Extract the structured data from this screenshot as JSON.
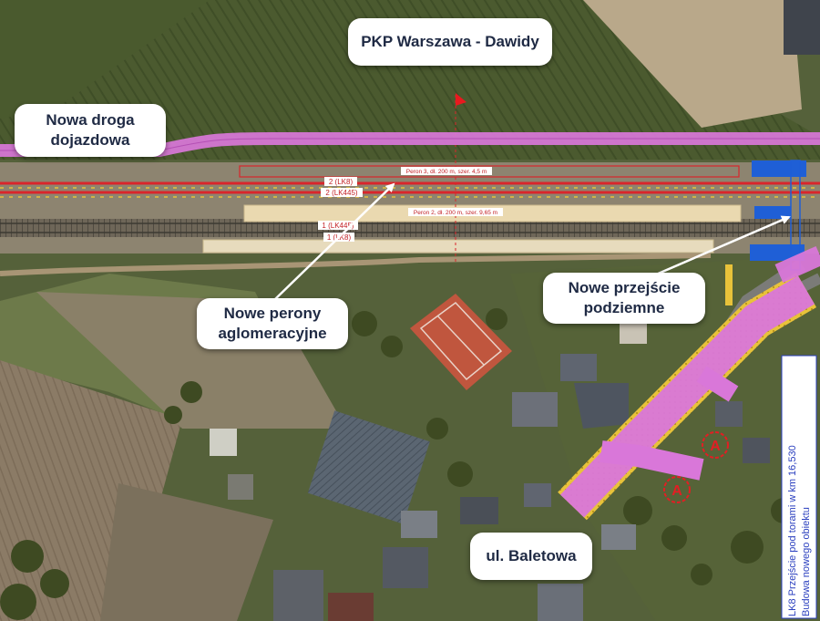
{
  "callouts": {
    "station": "PKP Warszawa - Dawidy",
    "road": "Nowa droga\ndojazdowa",
    "platforms": "Nowe perony\naglomeracyjne",
    "underpass": "Nowe przejście\npodziemne",
    "street": "ul. Baletowa"
  },
  "track_labels": {
    "track2_lk8": "2 (LK8)",
    "track2_lk445": "2 (LK445)",
    "track1_lk445": "1 (LK445)",
    "track1_lk8": "1 (LK8)"
  },
  "platform_labels": {
    "platform3": "Peron 3, dł. 200 m, szer. 4,5 m",
    "platform2": "Peron 2, dł. 200 m, szer. 9,65 m"
  },
  "section_markers": {
    "a1": "A",
    "a2": "A"
  },
  "vertical_note": {
    "line1": "LK8 Przejście pod torami w km 16,530",
    "line2": "Budowa nowego obiektu"
  },
  "colors": {
    "road_new": "#d977d9",
    "track_red": "#d9262b",
    "platform": "#ead9b0",
    "underpass_blue": "#1f5fd6",
    "curb_yellow": "#e8c23a",
    "callout_text": "#1f2a44"
  }
}
